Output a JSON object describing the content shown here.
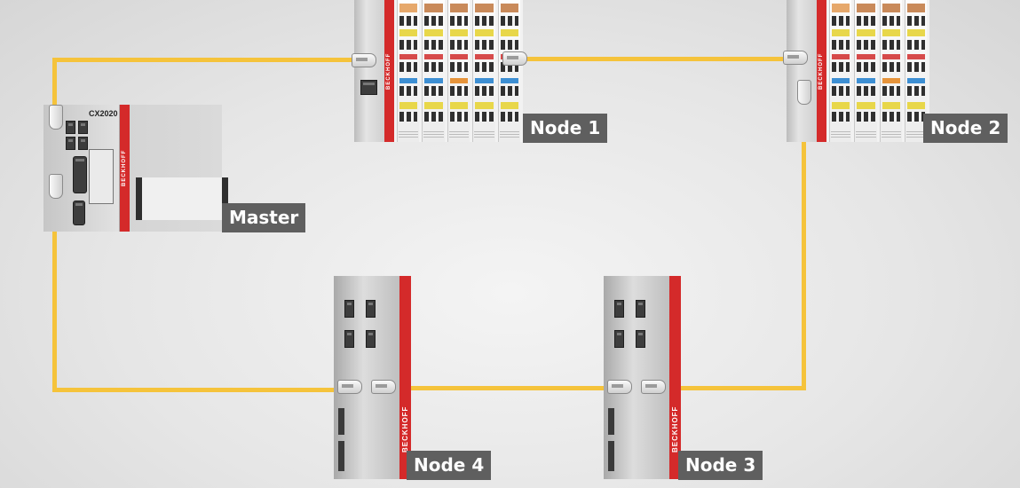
{
  "master": {
    "label": "Master",
    "model": "CX2020",
    "brand": "BECKHOFF"
  },
  "node1": {
    "label": "Node 1",
    "brand": "BECKHOFF"
  },
  "node2": {
    "label": "Node 2",
    "brand": "BECKHOFF"
  },
  "node3": {
    "label": "Node 3",
    "brand": "BECKHOFF"
  },
  "node4": {
    "label": "Node 4",
    "brand": "BECKHOFF"
  },
  "colors": {
    "cable": "#f5c33b",
    "brand_red": "#d42a2a",
    "label_bg": "#5f5f5f"
  }
}
